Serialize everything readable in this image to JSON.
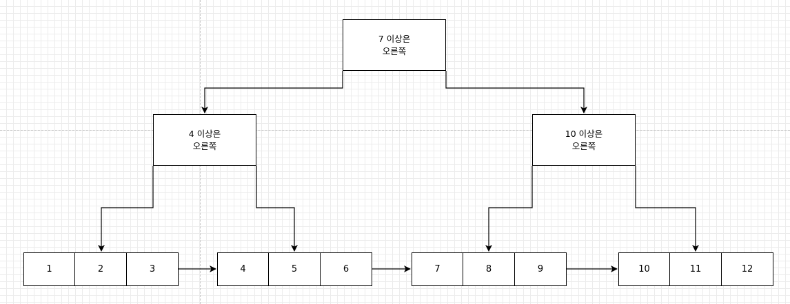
{
  "root_node": {
    "line1": "7 이상은",
    "line2": "오른쪽"
  },
  "left_node": {
    "line1": "4 이상은",
    "line2": "오른쪽"
  },
  "right_node": {
    "line1": "10 이상은",
    "line2": "오른쪽"
  },
  "leaves": [
    {
      "cells": [
        "1",
        "2",
        "3"
      ]
    },
    {
      "cells": [
        "4",
        "5",
        "6"
      ]
    },
    {
      "cells": [
        "7",
        "8",
        "9"
      ]
    },
    {
      "cells": [
        "10",
        "11",
        "12"
      ]
    }
  ]
}
